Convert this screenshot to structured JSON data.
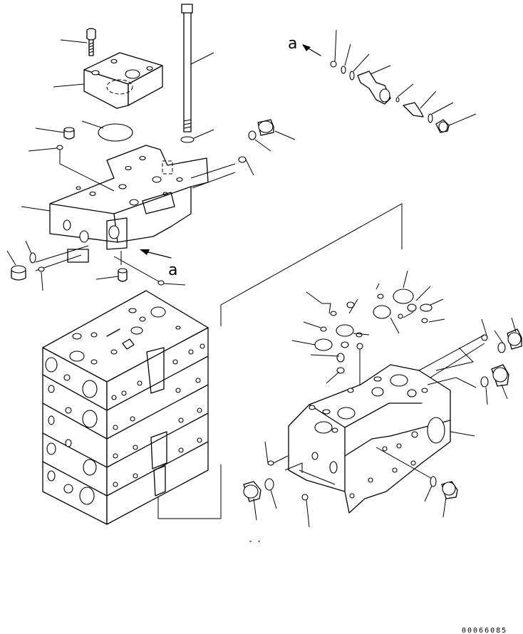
{
  "diagram": {
    "view_label_a_top": "a",
    "view_label_a_mid": "a",
    "drawing_code": "00066085"
  }
}
